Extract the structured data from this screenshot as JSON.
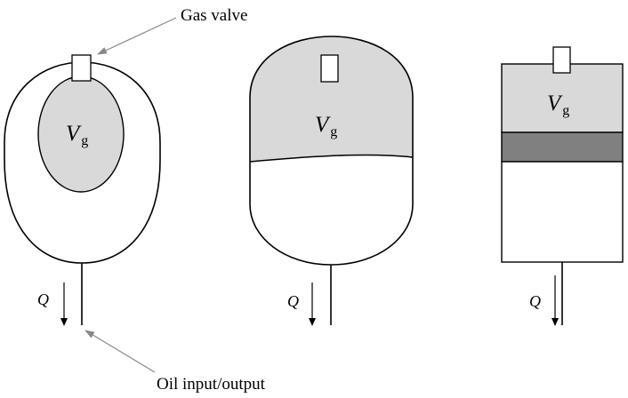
{
  "labels": {
    "gas_valve": "Gas valve",
    "oil_port": "Oil input/output"
  },
  "accumulators": [
    {
      "kind": "bladder",
      "volume_symbol": "V",
      "volume_subscript": "g",
      "flow_symbol": "Q"
    },
    {
      "kind": "diaphragm",
      "volume_symbol": "V",
      "volume_subscript": "g",
      "flow_symbol": "Q"
    },
    {
      "kind": "piston",
      "volume_symbol": "V",
      "volume_subscript": "g",
      "flow_symbol": "Q"
    }
  ],
  "colors": {
    "gas_fill": "#d9d9d9",
    "piston_fill": "#808080",
    "outline": "#000000",
    "leader": "#888888"
  }
}
